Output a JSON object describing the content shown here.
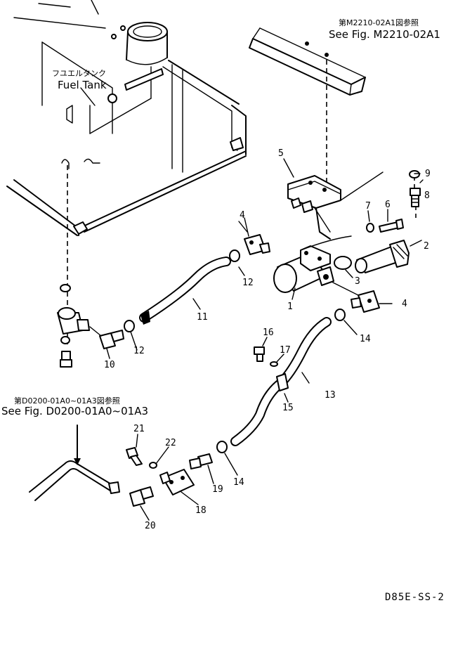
{
  "labels": {
    "fuel_tank_jp": "フユエルタンク",
    "fuel_tank_en": "Fuel Tank",
    "ref_top_jp": "第M2210-02A1図参照",
    "ref_top_en": "See Fig. M2210-02A1",
    "ref_left_jp": "第D0200-01A0~01A3図参照",
    "ref_left_en": "See Fig. D0200-01A0~01A3",
    "drawing_code": "D85E-SS-2"
  },
  "callouts": [
    "1",
    "2",
    "3",
    "4",
    "4",
    "5",
    "6",
    "7",
    "8",
    "9",
    "10",
    "11",
    "12",
    "12",
    "13",
    "14",
    "14",
    "15",
    "16",
    "17",
    "18",
    "19",
    "20",
    "21",
    "22"
  ]
}
